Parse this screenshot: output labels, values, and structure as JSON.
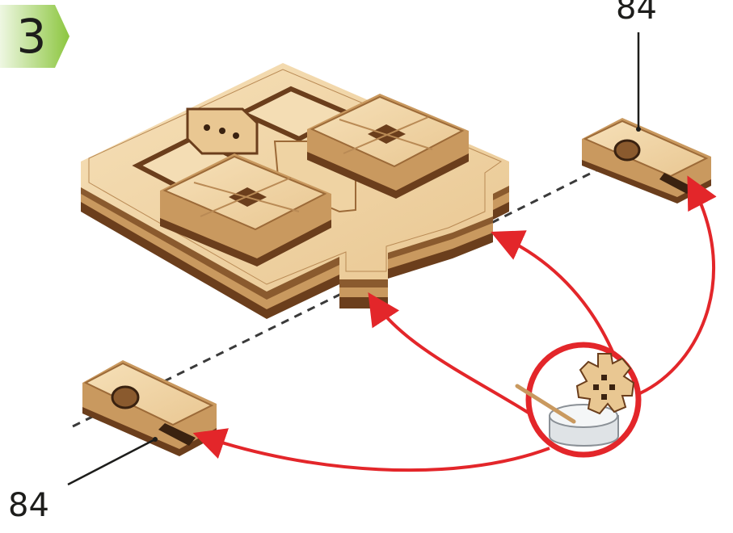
{
  "step": {
    "number": "3"
  },
  "parts": [
    {
      "label": "84"
    },
    {
      "label": "84"
    }
  ],
  "colors": {
    "badge_green": "#8cc63f",
    "badge_green_light": "#d9edbf",
    "wood_face": "#f2d6a8",
    "wood_edge_light": "#c9995f",
    "wood_edge_dark": "#6b3e1c",
    "arrow_red": "#e3262a",
    "leader_line": "#1d1d1b",
    "dashed_axis": "#3a3a3a"
  },
  "icons": [
    "glue-pot-icon",
    "gear-icon",
    "glue-brush-icon"
  ]
}
